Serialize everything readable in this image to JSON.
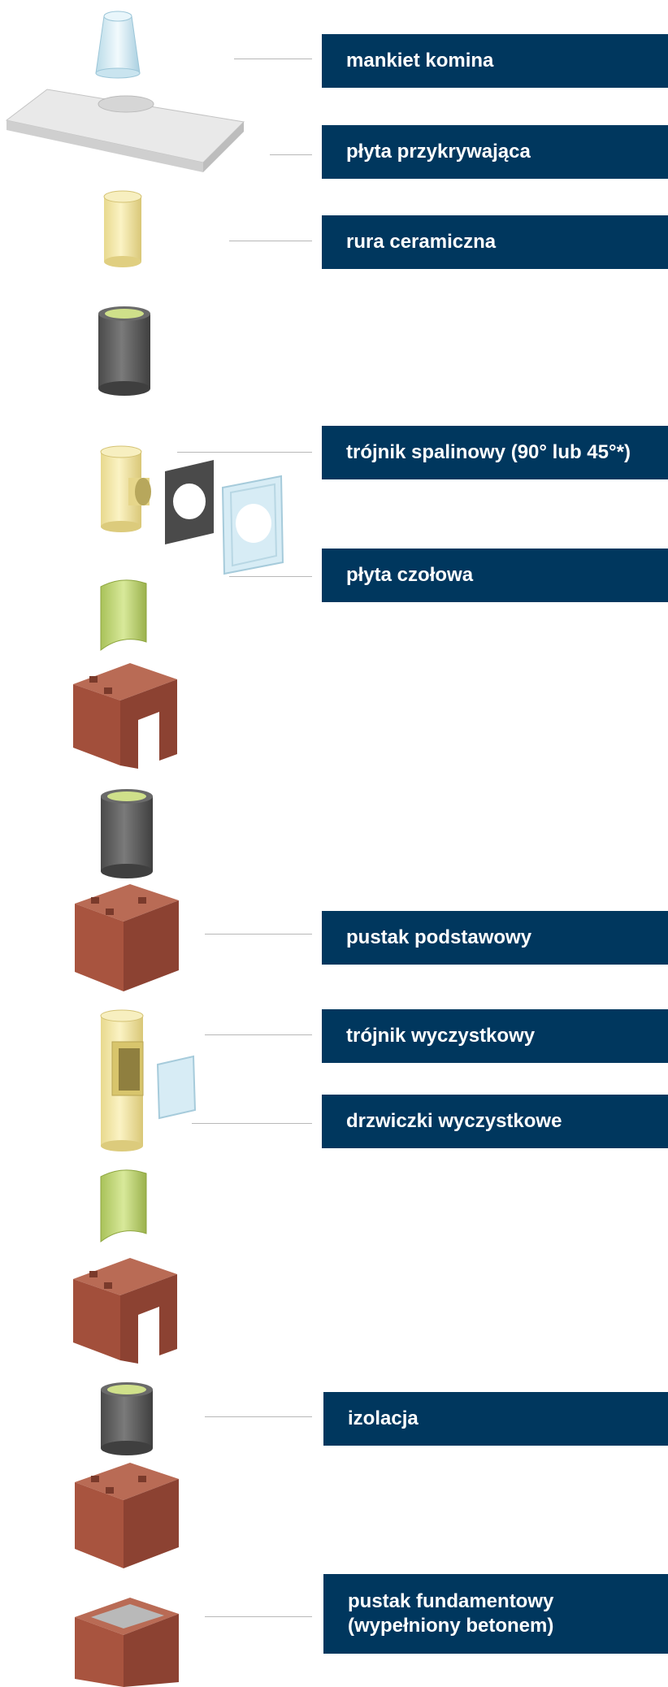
{
  "labels": {
    "mankiet": "mankiet komina",
    "plyta_przykrywajaca": "płyta przykrywająca",
    "rura_ceramiczna": "rura ceramiczna",
    "trojnik_spalinowy": "trójnik spalinowy (90° lub 45°*)",
    "plyta_czolowa": "płyta czołowa",
    "pustak_podstawowy": "pustak podstawowy",
    "trojnik_wyczystkowy": "trójnik wyczystkowy",
    "drzwiczki": "drzwiczki wyczystkowe",
    "izolacja": "izolacja",
    "pustak_fundamentowy_1": "pustak fundamentowy",
    "pustak_fundamentowy_2": "(wypełniony betonem)"
  },
  "colors": {
    "label_bg": "#00375e",
    "label_text": "#ffffff",
    "leader_line": "#b8b8b8",
    "ceramic": "#efe3a0",
    "insulation": "#5e5e5e",
    "insulation_inner": "#cfe08a",
    "brick": "#a8543f",
    "cover_plate": "#e6e6e6",
    "sleeve": "#dbeef7"
  }
}
